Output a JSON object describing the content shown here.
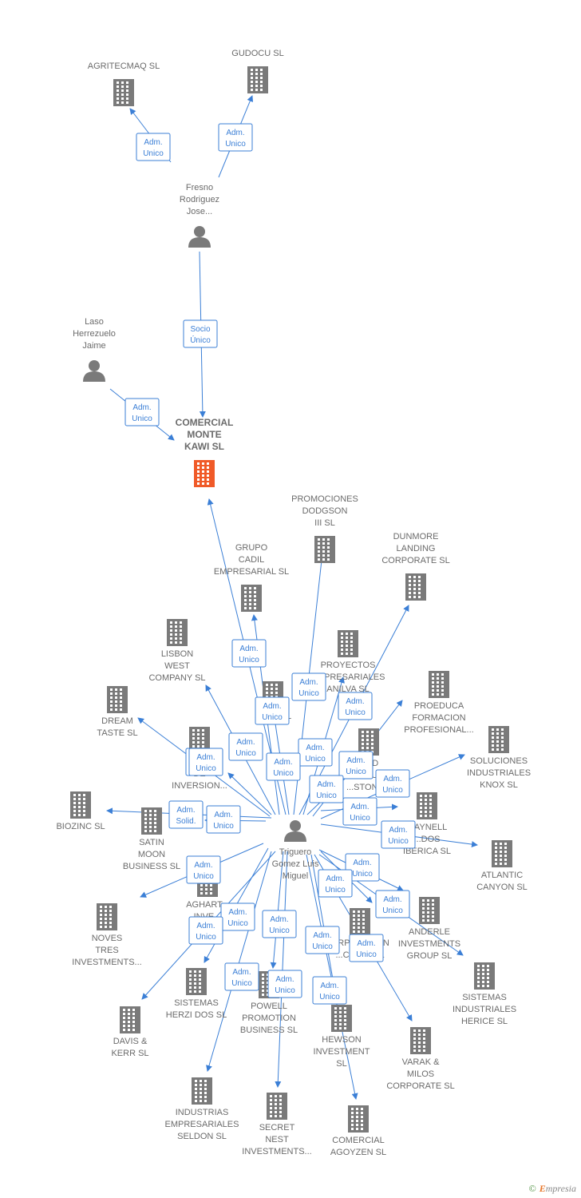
{
  "nodes": [
    {
      "id": "agritecmaq",
      "type": "company",
      "label": [
        "AGRITECMAQ SL"
      ]
    },
    {
      "id": "gudocu",
      "type": "company",
      "label": [
        "GUDOCU  SL"
      ]
    },
    {
      "id": "fresno",
      "type": "person",
      "label": [
        "Fresno",
        "Rodriguez",
        "Jose..."
      ]
    },
    {
      "id": "laso",
      "type": "person",
      "label": [
        "Laso",
        "Herrezuelo",
        "Jaime"
      ]
    },
    {
      "id": "comercial_monte",
      "type": "company",
      "highlight": true,
      "label": [
        "COMERCIAL",
        "MONTE",
        "KAWI  SL"
      ]
    },
    {
      "id": "promociones",
      "type": "company",
      "label": [
        "PROMOCIONES",
        "DODGSON",
        "III SL"
      ]
    },
    {
      "id": "dunmore",
      "type": "company",
      "label": [
        "DUNMORE",
        "LANDING",
        "CORPORATE SL"
      ]
    },
    {
      "id": "grupo_cadil",
      "type": "company",
      "label": [
        "GRUPO",
        "CADIL",
        "EMPRESARIAL SL"
      ]
    },
    {
      "id": "lisbon",
      "type": "company",
      "label": [
        "LISBON",
        "WEST",
        "COMPANY  SL"
      ]
    },
    {
      "id": "proyectos",
      "type": "company",
      "label": [
        "PROYECTOS",
        "EMPRESARIALES",
        "ANILVA SL"
      ]
    },
    {
      "id": "proeduca",
      "type": "company",
      "label": [
        "PROEDUCA",
        "FORMACION",
        "PROFESIONAL..."
      ]
    },
    {
      "id": "dream",
      "type": "company",
      "label": [
        "DREAM",
        "TASTE SL"
      ]
    },
    {
      "id": "sta",
      "type": "company",
      "label": [
        "STA...  SL"
      ]
    },
    {
      "id": "soluciones",
      "type": "company",
      "label": [
        "SOLUCIONES",
        "INDUSTRIALES",
        "KNOX SL"
      ]
    },
    {
      "id": "es_de_inversion",
      "type": "company",
      "label": [
        "ES...",
        "DE",
        "INVERSION..."
      ]
    },
    {
      "id": "red_stone",
      "type": "company",
      "label": [
        "...ED",
        "...OLU...",
        "...STONE..."
      ]
    },
    {
      "id": "biozinc",
      "type": "company",
      "label": [
        "BIOZINC SL"
      ]
    },
    {
      "id": "satin",
      "type": "company",
      "label": [
        "SATIN",
        "MOON",
        "BUSINESS SL"
      ]
    },
    {
      "id": "trigueroperson",
      "type": "person",
      "label": [
        "Triguero",
        "Gomez Luis",
        "Miguel"
      ]
    },
    {
      "id": "aynell",
      "type": "company",
      "label": [
        "...AYNELL",
        "...DOS",
        "IBERICA  SL"
      ]
    },
    {
      "id": "atlantic",
      "type": "company",
      "label": [
        "ATLANTIC",
        "CANYON SL"
      ]
    },
    {
      "id": "aghart",
      "type": "company",
      "label": [
        "AGHART...",
        "INVE..."
      ]
    },
    {
      "id": "noves",
      "type": "company",
      "label": [
        "NOVES",
        "TRES",
        "INVESTMENTS..."
      ]
    },
    {
      "id": "anderle",
      "type": "company",
      "label": [
        "ANDERLE",
        "INVESTMENTS",
        "GROUP SL"
      ]
    },
    {
      "id": "corp_cow",
      "type": "company",
      "label": [
        "...RPORATION",
        "...COW...  SL"
      ]
    },
    {
      "id": "sistemas_herice",
      "type": "company",
      "label": [
        "SISTEMAS",
        "INDUSTRIALES",
        "HERICE  SL"
      ]
    },
    {
      "id": "sistemas_herzi",
      "type": "company",
      "label": [
        "SISTEMAS",
        "HERZI DOS SL"
      ]
    },
    {
      "id": "powell",
      "type": "company",
      "label": [
        "POWELL",
        "PROMOTION",
        "BUSINESS  SL"
      ]
    },
    {
      "id": "davis",
      "type": "company",
      "label": [
        "DAVIS &",
        "KERR SL"
      ]
    },
    {
      "id": "hewson",
      "type": "company",
      "label": [
        "HEWSON",
        "INVESTMENT",
        "SL"
      ]
    },
    {
      "id": "varak",
      "type": "company",
      "label": [
        "VARAK &",
        "MILOS",
        "CORPORATE SL"
      ]
    },
    {
      "id": "industrias",
      "type": "company",
      "label": [
        "INDUSTRIAS",
        "EMPRESARIALES",
        "SELDON SL"
      ]
    },
    {
      "id": "secret",
      "type": "company",
      "label": [
        "SECRET",
        "NEST",
        "INVESTMENTS..."
      ]
    },
    {
      "id": "agoyzen",
      "type": "company",
      "label": [
        "COMERCIAL",
        "AGOYZEN SL"
      ]
    }
  ],
  "edge_labels": [
    {
      "id": "e1",
      "lines": [
        "Adm.",
        "Unico"
      ]
    },
    {
      "id": "e2",
      "lines": [
        "Adm.",
        "Unico"
      ]
    },
    {
      "id": "e3",
      "lines": [
        "Socio",
        "Único"
      ]
    },
    {
      "id": "e4",
      "lines": [
        "Adm.",
        "Unico"
      ]
    },
    {
      "id": "t1",
      "lines": [
        "Adm.",
        "Unico"
      ]
    },
    {
      "id": "t2",
      "lines": [
        "Adm.",
        "Unico"
      ]
    },
    {
      "id": "t3",
      "lines": [
        "Adm.",
        "Unico"
      ]
    },
    {
      "id": "t4",
      "lines": [
        "Adm.",
        "Unico"
      ]
    },
    {
      "id": "t5",
      "lines": [
        "Adm.",
        "Unico"
      ]
    },
    {
      "id": "t6",
      "lines": [
        "Adm.",
        "Unico"
      ]
    },
    {
      "id": "t7",
      "lines": [
        "Adm.",
        "Unico"
      ]
    },
    {
      "id": "t8",
      "lines": [
        "Adm.",
        "Unico"
      ]
    },
    {
      "id": "t9",
      "lines": [
        "Adm.",
        "Unico"
      ]
    },
    {
      "id": "t10",
      "lines": [
        "Adm.",
        "Unico"
      ]
    },
    {
      "id": "t11",
      "lines": [
        "Adm.",
        "Unico"
      ]
    },
    {
      "id": "t12",
      "lines": [
        "Adm.",
        "Unico"
      ]
    },
    {
      "id": "t13",
      "lines": [
        "Adm.",
        "Unico"
      ]
    },
    {
      "id": "t14",
      "lines": [
        "Adm.",
        "Solid."
      ]
    },
    {
      "id": "t15",
      "lines": [
        "Adm.",
        "Unico"
      ]
    },
    {
      "id": "t16",
      "lines": [
        "Adm.",
        "Unico"
      ]
    },
    {
      "id": "t17",
      "lines": [
        "Adm.",
        "Unico"
      ]
    },
    {
      "id": "t18",
      "lines": [
        "Adm.",
        "Unico"
      ]
    },
    {
      "id": "t19",
      "lines": [
        "Adm.",
        "Unico"
      ]
    },
    {
      "id": "t20",
      "lines": [
        "Adm.",
        "Unico"
      ]
    },
    {
      "id": "t21",
      "lines": [
        "Adm.",
        "Unico"
      ]
    },
    {
      "id": "t22",
      "lines": [
        "Adm.",
        "Unico"
      ]
    },
    {
      "id": "t23",
      "lines": [
        "Adm.",
        "Unico"
      ]
    },
    {
      "id": "t24",
      "lines": [
        "Adm.",
        "Unico"
      ]
    },
    {
      "id": "t25",
      "lines": [
        "Adm.",
        "Unico"
      ]
    },
    {
      "id": "t26",
      "lines": [
        "Adm.",
        "Unico"
      ]
    },
    {
      "id": "t27",
      "lines": [
        "Adm.",
        "Unico"
      ]
    },
    {
      "id": "t28",
      "lines": [
        "Adm.",
        "Unico"
      ]
    }
  ],
  "footer": {
    "copyright": "©",
    "brand_initial": "E",
    "brand_rest": "mpresia"
  },
  "colors": {
    "edge": "#3b7fd6",
    "icon": "#7a7a7a",
    "highlight": "#f05a28"
  }
}
